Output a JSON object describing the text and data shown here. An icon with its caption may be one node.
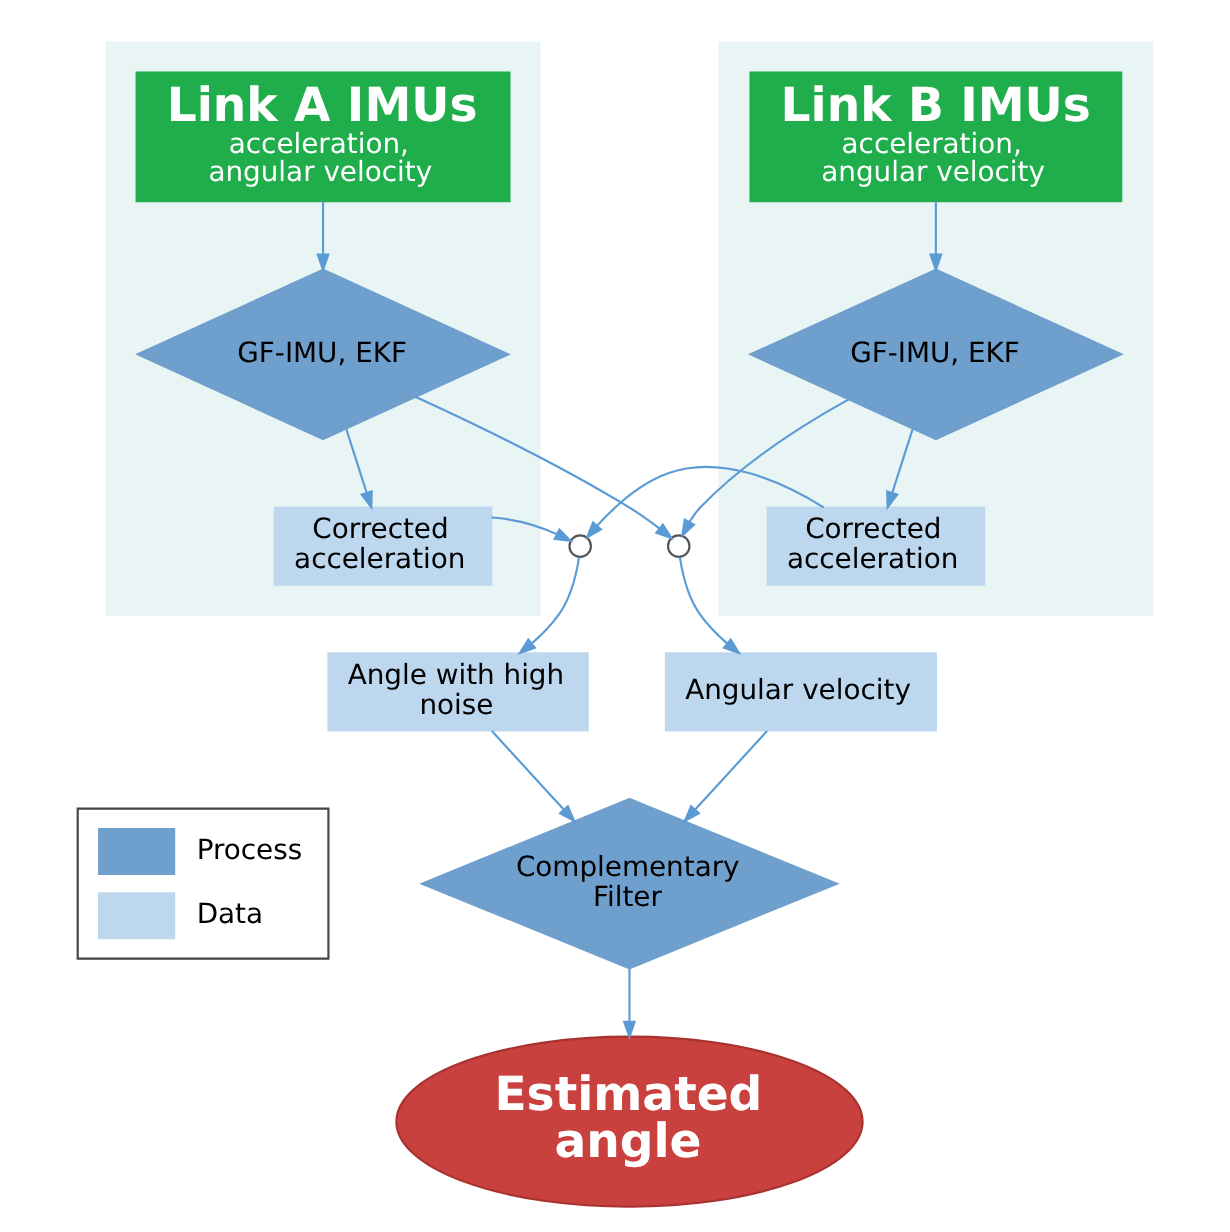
{
  "diagram": {
    "nodes": [
      {
        "text": [],
        "shape": "box"
      },
      {
        "text": [
          "Link A IMUs",
          "acceleration, angular velocity"
        ],
        "in": 0
      },
      {
        "text": [
          "GF-IMU, EKF"
        ],
        "in": 0
      },
      {
        "text": [
          "Corrected acceleration"
        ],
        "in": 0
      },
      {
        "text": [],
        "shape": "box"
      },
      {
        "text": [
          "Link B IMUs",
          "acceleration, angular velocity"
        ],
        "in": 4
      },
      {
        "text": [
          "GF-IMU, EKF"
        ],
        "in": 4
      },
      {
        "text": [
          "Corrected acceleration"
        ],
        "in": 4
      },
      {
        "text": [],
        "shape": "circle"
      },
      {
        "text": [],
        "shape": "circle"
      },
      {
        "text": [
          "Angle with high noise"
        ]
      },
      {
        "text": [
          "Angular velocity"
        ]
      },
      {
        "text": [
          "Complementary Filter"
        ]
      },
      {
        "text": [
          "Estimated angle"
        ]
      }
    ],
    "edges": [
      {
        "from": 1,
        "to": 2,
        "arrow": "to"
      },
      {
        "from": 2,
        "to": 3,
        "arrow": "to"
      },
      {
        "from": 5,
        "to": 6,
        "arrow": "to"
      },
      {
        "from": 6,
        "to": 7,
        "arrow": "to"
      },
      {
        "from": 2,
        "to": 9,
        "arrow": "to"
      },
      {
        "from": 6,
        "to": 9,
        "arrow": "to"
      },
      {
        "from": 3,
        "to": 8,
        "arrow": "to"
      },
      {
        "from": 7,
        "to": 8,
        "arrow": "to"
      },
      {
        "from": 8,
        "to": 10,
        "arrow": "to"
      },
      {
        "from": 9,
        "to": 11,
        "arrow": "to"
      },
      {
        "from": 10,
        "to": 12,
        "arrow": "to"
      },
      {
        "from": 11,
        "to": 12,
        "arrow": "to"
      },
      {
        "from": 12,
        "to": 13,
        "arrow": "to"
      }
    ],
    "legend": [
      {
        "text": "Process",
        "color": "#6f9fcc"
      },
      {
        "text": "Data",
        "color": "#bdd7ee"
      }
    ]
  }
}
